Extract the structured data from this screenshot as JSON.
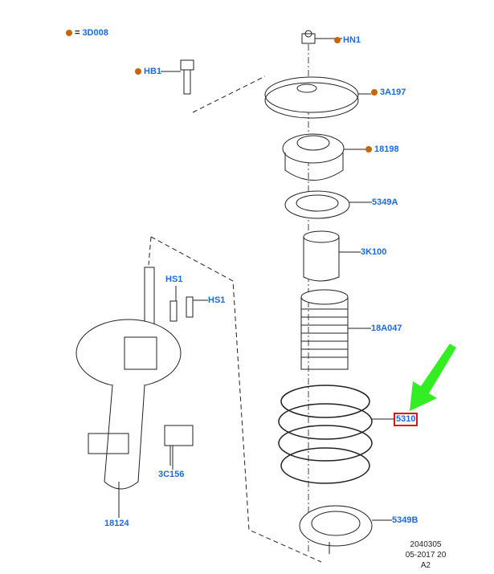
{
  "legend": {
    "label": "3D008",
    "symbol": "=",
    "dot_color": "#c8640a"
  },
  "labels": {
    "hn1": "HN1",
    "a3197": "3A197",
    "hb1": "HB1",
    "p18198": "18198",
    "p5349a": "5349A",
    "p3k100": "3K100",
    "hs1a": "HS1",
    "hs1b": "HS1",
    "p18a047": "18A047",
    "p5310": "5310",
    "p3c156": "3C156",
    "p18124": "18124",
    "p5349b": "5349B"
  },
  "highlight_color": "#e01010",
  "arrow_color": "#33ee22",
  "footer": {
    "line1": "2040305",
    "line2": "05-2017 20",
    "line3": "A2"
  }
}
